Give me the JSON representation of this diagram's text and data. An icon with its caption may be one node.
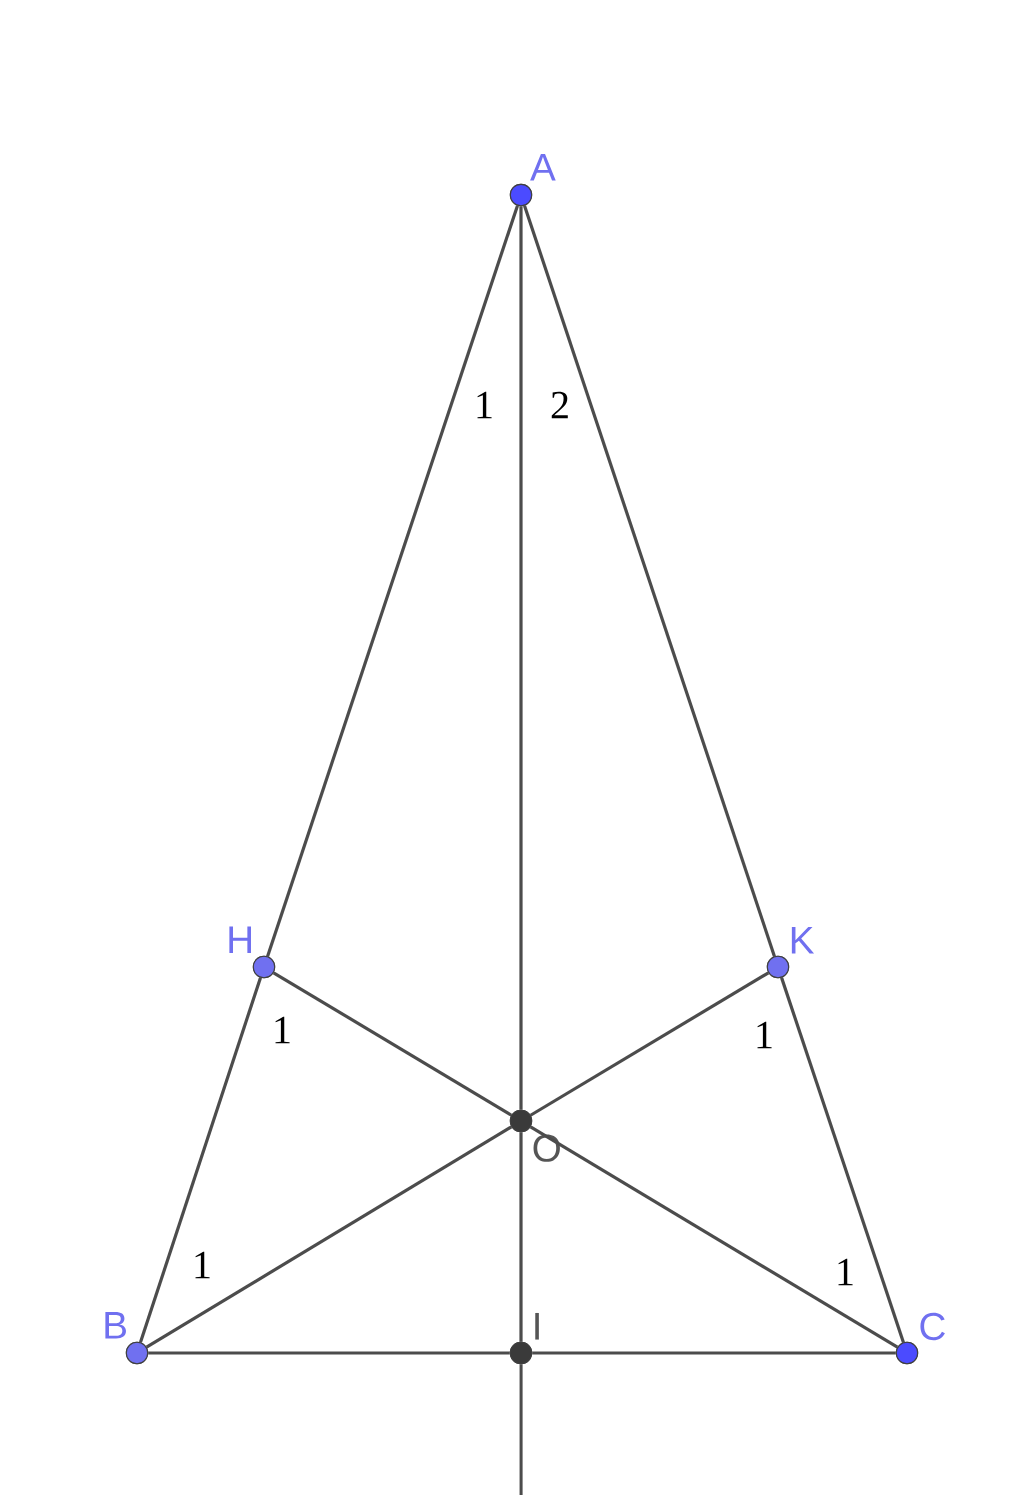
{
  "diagram": {
    "nodes": [
      {
        "text": [
          "A"
        ]
      },
      {
        "text": [
          "H"
        ]
      },
      {
        "text": [
          "K"
        ]
      },
      {
        "text": [
          "O"
        ]
      },
      {
        "text": [
          "B"
        ]
      },
      {
        "text": [
          "I"
        ]
      },
      {
        "text": [
          "C"
        ]
      }
    ],
    "edges": [
      {
        "from": 0,
        "to": 1,
        "arrow": "none"
      },
      {
        "from": 1,
        "to": 4,
        "arrow": "none"
      },
      {
        "from": 0,
        "to": 2,
        "arrow": "none"
      },
      {
        "from": 2,
        "to": 6,
        "arrow": "none"
      },
      {
        "from": 4,
        "to": 5,
        "arrow": "none"
      },
      {
        "from": 5,
        "to": 6,
        "arrow": "none"
      },
      {
        "from": 0,
        "to": 3,
        "arrow": "none"
      },
      {
        "from": 3,
        "to": 5,
        "arrow": "none"
      },
      {
        "from": 5,
        "to": null,
        "arrow": "none"
      },
      {
        "from": 1,
        "to": 3,
        "arrow": "none"
      },
      {
        "from": 3,
        "to": 6,
        "arrow": "none"
      },
      {
        "from": 2,
        "to": 3,
        "arrow": "none"
      },
      {
        "from": 3,
        "to": 4,
        "arrow": "none"
      }
    ],
    "labels": [
      "1",
      "2",
      "1",
      "1",
      "1",
      "1"
    ]
  }
}
